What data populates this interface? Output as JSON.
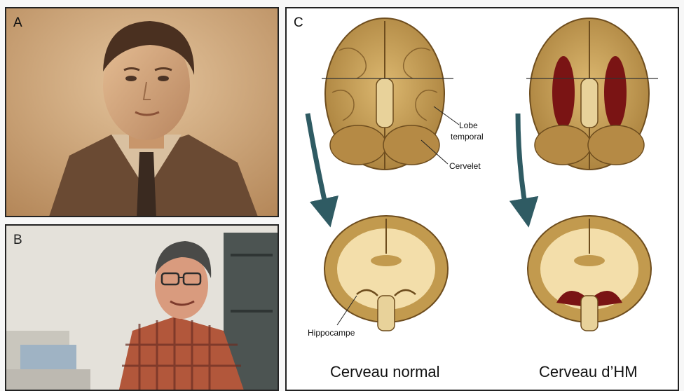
{
  "panels": {
    "a": {
      "letter": "A"
    },
    "b": {
      "letter": "B"
    },
    "c": {
      "letter": "C"
    }
  },
  "labels": {
    "lobe_temporal_1": "Lobe",
    "lobe_temporal_2": "temporal",
    "cervelet": "Cervelet",
    "hippocampe": "Hippocampe"
  },
  "captions": {
    "normal": "Cerveau normal",
    "hm": "Cerveau d’HM"
  },
  "colors": {
    "brain_tissue": "#c9a35a",
    "white_matter": "#f3deaa",
    "lesion": "#7a1414",
    "arrow": "#2f5b63",
    "sepia": "#b98a5e"
  }
}
